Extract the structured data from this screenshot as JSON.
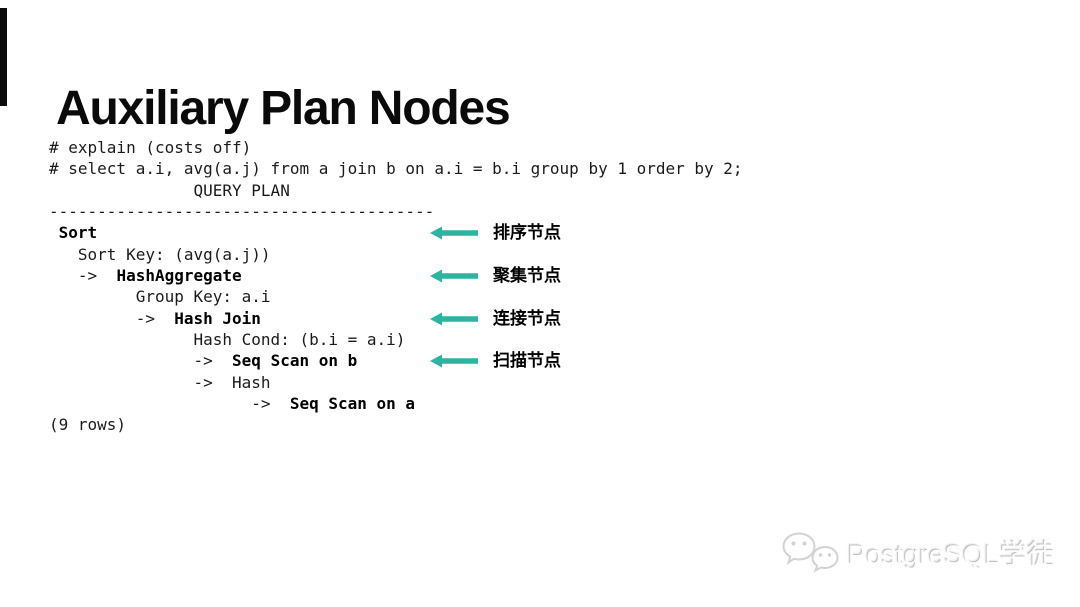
{
  "slide": {
    "title": "Auxiliary Plan Nodes"
  },
  "code": {
    "lines": [
      {
        "segments": [
          {
            "t": "# explain (costs off)",
            "b": false
          }
        ]
      },
      {
        "segments": [
          {
            "t": "# select a.i, avg(a.j) from a join b on a.i = b.i group by 1 order by 2;",
            "b": false
          }
        ]
      },
      {
        "segments": [
          {
            "t": "               QUERY PLAN",
            "b": false
          }
        ]
      },
      {
        "segments": [
          {
            "t": "----------------------------------------",
            "b": false
          }
        ]
      },
      {
        "segments": [
          {
            "t": " ",
            "b": false
          },
          {
            "t": "Sort",
            "b": true
          }
        ]
      },
      {
        "segments": [
          {
            "t": "   Sort Key: (avg(a.j))",
            "b": false
          }
        ]
      },
      {
        "segments": [
          {
            "t": "   ->  ",
            "b": false
          },
          {
            "t": "HashAggregate",
            "b": true
          }
        ]
      },
      {
        "segments": [
          {
            "t": "         Group Key: a.i",
            "b": false
          }
        ]
      },
      {
        "segments": [
          {
            "t": "         ->  ",
            "b": false
          },
          {
            "t": "Hash Join",
            "b": true
          }
        ]
      },
      {
        "segments": [
          {
            "t": "               Hash Cond: (b.i = a.i)",
            "b": false
          }
        ]
      },
      {
        "segments": [
          {
            "t": "               ->  ",
            "b": false
          },
          {
            "t": "Seq Scan on b",
            "b": true
          }
        ]
      },
      {
        "segments": [
          {
            "t": "               ->  Hash",
            "b": false
          }
        ]
      },
      {
        "segments": [
          {
            "t": "                     ->  ",
            "b": false
          },
          {
            "t": "Seq Scan on a",
            "b": true
          }
        ]
      },
      {
        "segments": [
          {
            "t": "(9 rows)",
            "b": false
          }
        ]
      }
    ]
  },
  "annotations": {
    "arrow_color": "#2cb4a1",
    "items": [
      {
        "label": "排序节点",
        "line_index": 4
      },
      {
        "label": "聚集节点",
        "line_index": 6
      },
      {
        "label": "连接节点",
        "line_index": 8
      },
      {
        "label": "扫描节点",
        "line_index": 10
      }
    ]
  },
  "watermark": {
    "text": "PostgreSQL学徒",
    "icon": "wechat-icon",
    "emboss_gray": "#c6c6c6"
  }
}
